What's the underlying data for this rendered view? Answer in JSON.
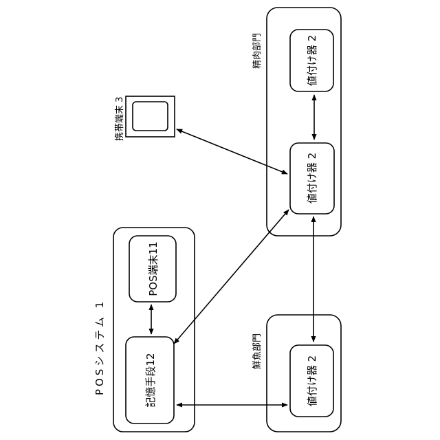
{
  "pos_system": {
    "title": "POSシステム 1",
    "pos_terminal": "POS端末11",
    "storage": "記憶手段12"
  },
  "mobile_terminal": {
    "label": "携帯端末 3"
  },
  "meat_department": {
    "title": "精肉部門",
    "pricer_top": "値付け器 2",
    "pricer_main": "値付け器 2"
  },
  "fish_department": {
    "title": "鮮魚部門",
    "pricer": "値付け器 2"
  }
}
